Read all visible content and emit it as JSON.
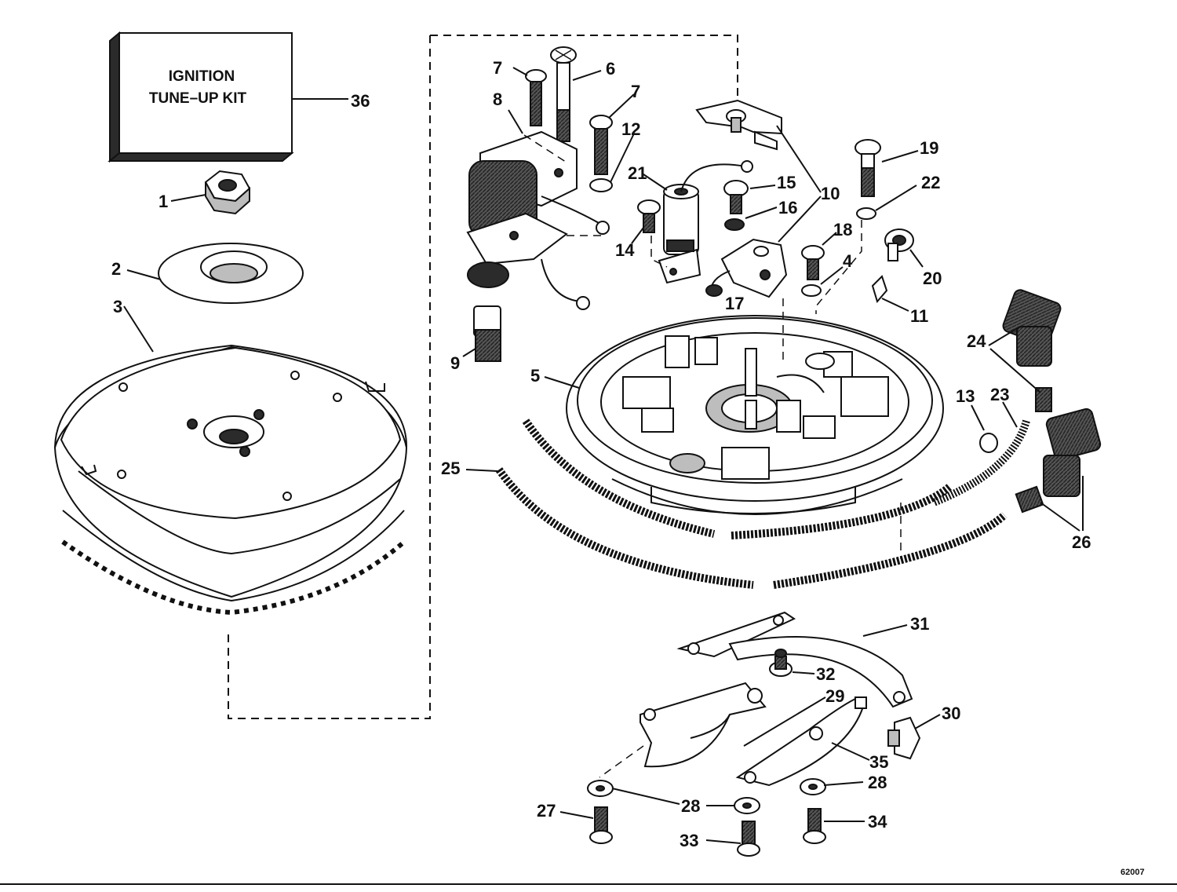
{
  "kit_box": {
    "line1": "IGNITION",
    "line2": "TUNE–UP KIT"
  },
  "callouts": [
    {
      "id": "c36",
      "label": "36"
    },
    {
      "id": "c1",
      "label": "1"
    },
    {
      "id": "c2",
      "label": "2"
    },
    {
      "id": "c3",
      "label": "3"
    },
    {
      "id": "c7a",
      "label": "7"
    },
    {
      "id": "c6",
      "label": "6"
    },
    {
      "id": "c7b",
      "label": "7"
    },
    {
      "id": "c8",
      "label": "8"
    },
    {
      "id": "c12",
      "label": "12"
    },
    {
      "id": "c21",
      "label": "21"
    },
    {
      "id": "c15",
      "label": "15"
    },
    {
      "id": "c10",
      "label": "10"
    },
    {
      "id": "c16",
      "label": "16"
    },
    {
      "id": "c19",
      "label": "19"
    },
    {
      "id": "c22",
      "label": "22"
    },
    {
      "id": "c14",
      "label": "14"
    },
    {
      "id": "c18",
      "label": "18"
    },
    {
      "id": "c4",
      "label": "4"
    },
    {
      "id": "c20",
      "label": "20"
    },
    {
      "id": "c17",
      "label": "17"
    },
    {
      "id": "c11",
      "label": "11"
    },
    {
      "id": "c9",
      "label": "9"
    },
    {
      "id": "c5",
      "label": "5"
    },
    {
      "id": "c24",
      "label": "24"
    },
    {
      "id": "c13",
      "label": "13"
    },
    {
      "id": "c23",
      "label": "23"
    },
    {
      "id": "c25",
      "label": "25"
    },
    {
      "id": "c26",
      "label": "26"
    },
    {
      "id": "c31",
      "label": "31"
    },
    {
      "id": "c32",
      "label": "32"
    },
    {
      "id": "c29",
      "label": "29"
    },
    {
      "id": "c30",
      "label": "30"
    },
    {
      "id": "c35",
      "label": "35"
    },
    {
      "id": "c28a",
      "label": "28"
    },
    {
      "id": "c27",
      "label": "27"
    },
    {
      "id": "c28b",
      "label": "28"
    },
    {
      "id": "c28c",
      "label": "28"
    },
    {
      "id": "c34",
      "label": "34"
    },
    {
      "id": "c33",
      "label": "33"
    }
  ],
  "drawing_number": "62007"
}
